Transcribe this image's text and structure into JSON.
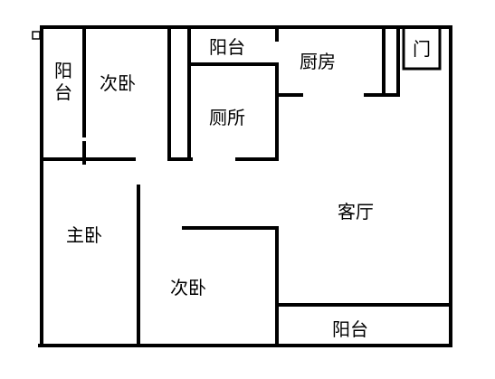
{
  "rooms": {
    "balcony_left": "阳台",
    "second_bedroom_top": "次卧",
    "balcony_top": "阳台",
    "kitchen": "厨房",
    "door": "门",
    "toilet": "厕所",
    "living_room": "客厅",
    "master_bedroom": "主卧",
    "second_bedroom_bottom": "次卧",
    "balcony_bottom": "阳台"
  },
  "colors": {
    "wall": "#000000",
    "background": "#ffffff"
  }
}
